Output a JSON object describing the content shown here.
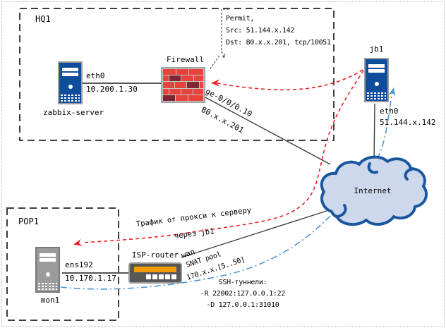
{
  "regions": {
    "hq1": "HQ1",
    "pop1": "POP1"
  },
  "nodes": {
    "zabbix": {
      "label": "zabbix-server",
      "iface": "eth0",
      "ip": "10.200.1.30"
    },
    "firewall": {
      "label": "Firewall"
    },
    "jb1": {
      "label": "jb1",
      "iface": "eth0",
      "ip": "51.144.x.142"
    },
    "internet": {
      "label": "Internet"
    },
    "mon1": {
      "label": "mon1",
      "iface": "ens192",
      "ip": "10.170.1.17"
    },
    "router": {
      "label": "ISP-router",
      "wan": "wan",
      "snat_line1": "SNAT pool",
      "snat_line2": "178.x.x.[5..50]"
    }
  },
  "links": {
    "fw_uplink": {
      "line1": "ge-0/0/0.10",
      "line2": "80.x.x.201"
    }
  },
  "annotations": {
    "permit": {
      "line1": "Permit,",
      "line2": "Src: 51.144.x.142",
      "line3": "Dst: 80.x.x.201, tcp/10051"
    },
    "proxy_traffic": {
      "line1": "Трафик от прокси к серверу",
      "line2": "через jb1"
    },
    "ssh_tunnels": {
      "line1": "SSH-туннели:",
      "line2": "-R 22002:127.0.0.1:22",
      "line3": "-D 127.0.0.1:31010"
    }
  },
  "colors": {
    "server_blue": "#0e4d9b",
    "server_gray": "#9b9b9b",
    "brick_light": "#e8423c",
    "brick_dark": "#7c2731",
    "cloud_fill": "#cdd8ec",
    "cloud_stroke": "#1a569e",
    "red_flow": "#ed2024",
    "blue_flow": "#4d96d6",
    "router_orange": "#f39c00",
    "line": "#3d3d3d"
  }
}
